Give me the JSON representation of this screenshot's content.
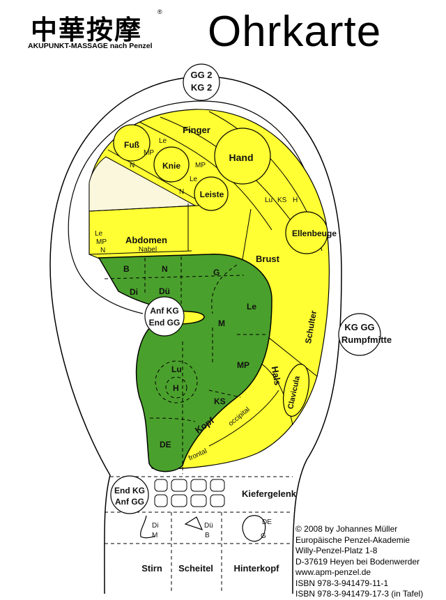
{
  "header": {
    "logo_cjk": "中華按摩",
    "logo_registered": "®",
    "logo_subtitle": "AKUPUNKT-MASSAGE nach Penzel",
    "title": "Ohrkarte"
  },
  "points": {
    "top": [
      "GG 2",
      "KG 2"
    ],
    "anf": [
      "Anf KG",
      "End GG"
    ],
    "rumpf": [
      "KG GG",
      "Rumpfmitte"
    ],
    "end": [
      "End KG",
      "Anf GG"
    ]
  },
  "zones": {
    "finger": "Finger",
    "fuss": "Fuß",
    "hand": "Hand",
    "knie": "Knie",
    "leiste": "Leiste",
    "ellenbeuge": "Ellenbeuge",
    "abdomen": "Abdomen",
    "nabel": "Nabel",
    "brust": "Brust",
    "schulter": "Schulter",
    "hals": "Hals",
    "clavicula": "Clavicula",
    "kopf": "Kopf",
    "occipital": "occipital",
    "frontal": "frontal",
    "kiefergelenk": "Kiefergelenk",
    "stirn": "Stirn",
    "scheitel": "Scheitel",
    "hinterkopf": "Hinterkopf"
  },
  "meridians": {
    "le1": "Le",
    "mp1": "MP",
    "n1": "N",
    "mp2": "MP",
    "le2": "Le",
    "n2": "N",
    "lu": "Lu",
    "ks": "KS",
    "h": "H",
    "le3": "Le",
    "mp3": "MP",
    "n3": "N",
    "b": "B",
    "n_green": "N",
    "g": "G",
    "di": "Di",
    "due": "Dü",
    "le_green": "Le",
    "m": "M",
    "mp_green": "MP",
    "lu_green": "Lu",
    "h_green": "H",
    "ks_green": "KS",
    "de_green": "DE",
    "di_face": "Di",
    "m_face": "M",
    "due_face": "Dü",
    "b_face": "B",
    "de_face": "DE",
    "g_face": "G"
  },
  "copyright": [
    "© 2008 by Johannes Müller",
    "Europäische Penzel-Akademie",
    "Willy-Penzel-Platz 1-8",
    "D-37619 Heyen bei Bodenwerder",
    "www.apm-penzel.de",
    "ISBN 978-3-941479-11-1",
    "ISBN 978-3-941479-17-3 (in Tafel)"
  ],
  "colors": {
    "yellow": "#ffff33",
    "green": "#4aa02c",
    "cream": "#fbf7dc",
    "outline": "#000000"
  }
}
